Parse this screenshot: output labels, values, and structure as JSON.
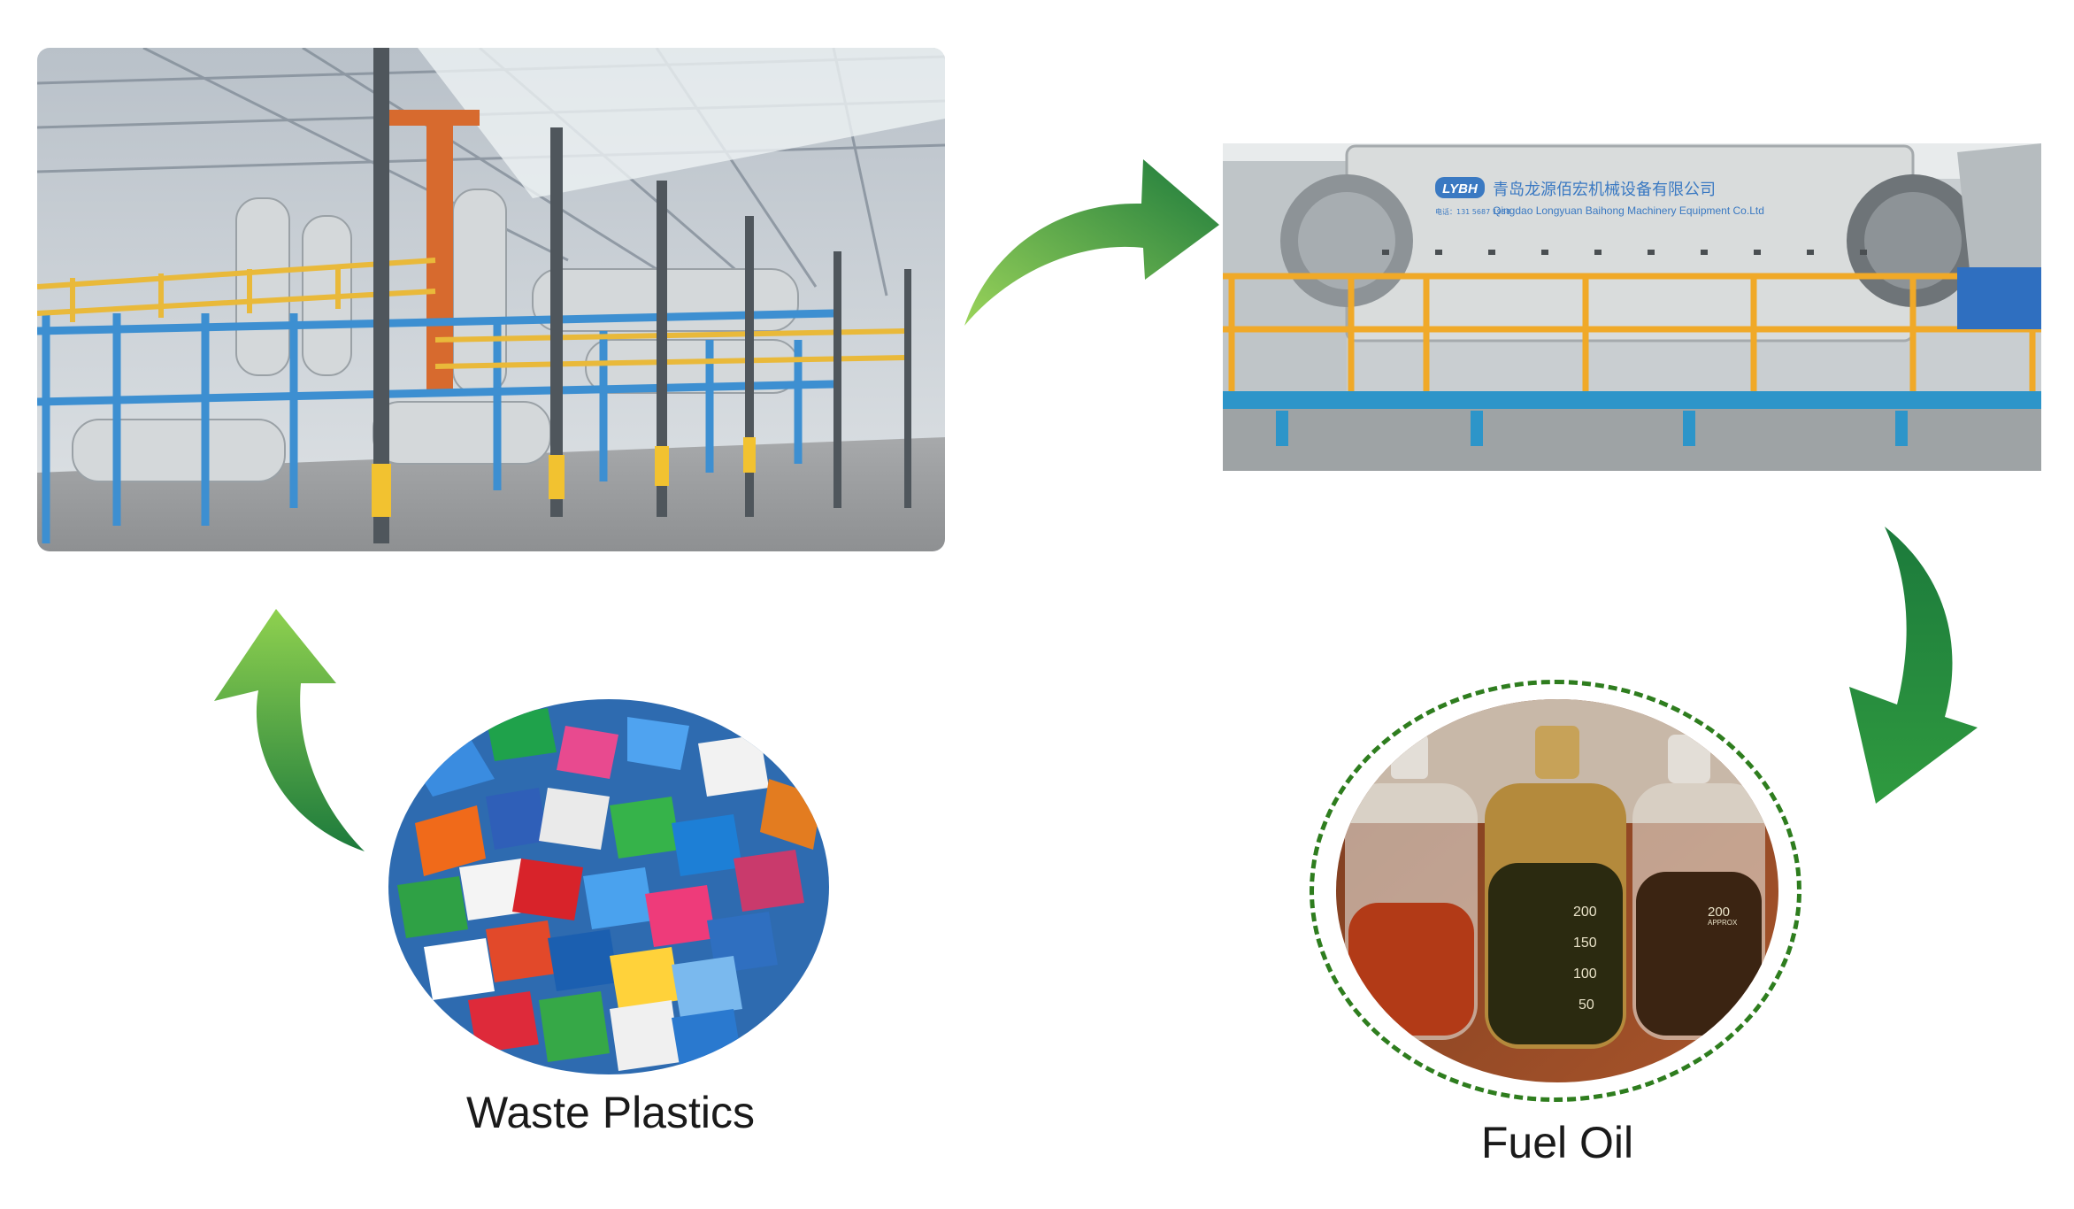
{
  "captions": {
    "plastics": "Waste Plastics",
    "oil": "Fuel Oil"
  },
  "reactor_photo": {
    "company_cn": "青岛龙源佰宏机械设备有限公司",
    "company_en": "Qingdao Longyuan Baihong Machinery Equipment Co.Ltd",
    "logo": "LYBH",
    "phone": "电话：131 5687 1958"
  },
  "oil_photo": {
    "approx_label": "APPROX",
    "scale_marks": [
      "200",
      "150",
      "100",
      "50"
    ]
  },
  "colors": {
    "arrow_light": "#8fd14f",
    "arrow_dark": "#1f7a3a",
    "ring": "#2e7d1e",
    "caption": "#1a1a1a"
  },
  "icons": {
    "arrow_top": "curved-arrow-right-icon",
    "arrow_right": "curved-arrow-down-icon",
    "arrow_left": "curved-arrow-up-icon"
  }
}
